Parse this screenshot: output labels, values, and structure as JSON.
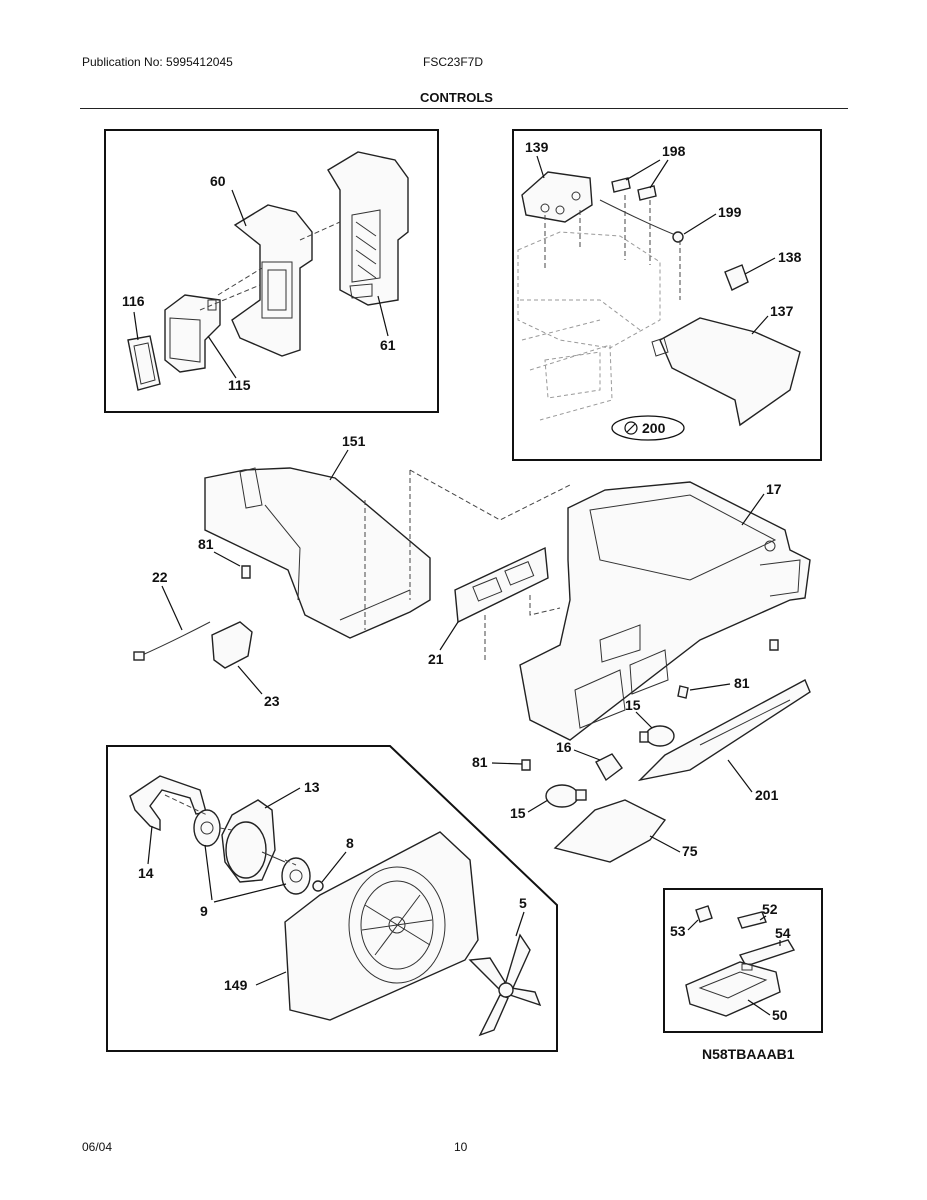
{
  "header": {
    "publication": "Publication No: 5995412045",
    "model": "FSC23F7D",
    "section_title": "CONTROLS"
  },
  "diagram": {
    "labels": {
      "p60": "60",
      "p116": "116",
      "p115": "115",
      "p61": "61",
      "p139": "139",
      "p198": "198",
      "p199": "199",
      "p138": "138",
      "p137": "137",
      "p200": "200",
      "p151": "151",
      "p17": "17",
      "p81a": "81",
      "p22": "22",
      "p23": "23",
      "p21": "21",
      "p81b": "81",
      "p81c": "81",
      "p15a": "15",
      "p16": "16",
      "p15b": "15",
      "p201": "201",
      "p75": "75",
      "p13": "13",
      "p14": "14",
      "p8": "8",
      "p9": "9",
      "p5": "5",
      "p149": "149",
      "p53": "53",
      "p52": "52",
      "p54": "54",
      "p50": "50"
    },
    "drawing_code": "N58TBAAAB1"
  },
  "footer": {
    "date": "06/04",
    "page_number": "10"
  }
}
